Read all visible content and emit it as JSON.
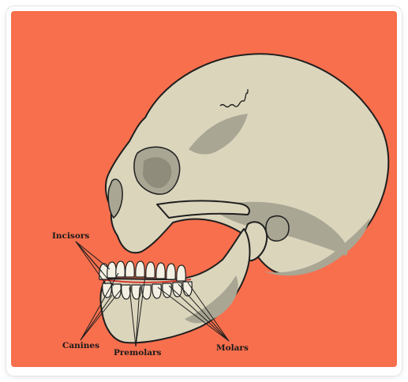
{
  "diagram": {
    "background_color": "#F86F4D",
    "bone_color": "#DBD5BC",
    "shadow_color": "#A9A694",
    "outline_color": "#1F1F1F",
    "gum_color": "#D7352C",
    "labels": {
      "incisors": "Incisors",
      "canines": "Canines",
      "premolars": "Premolars",
      "molars": "Molars"
    }
  }
}
